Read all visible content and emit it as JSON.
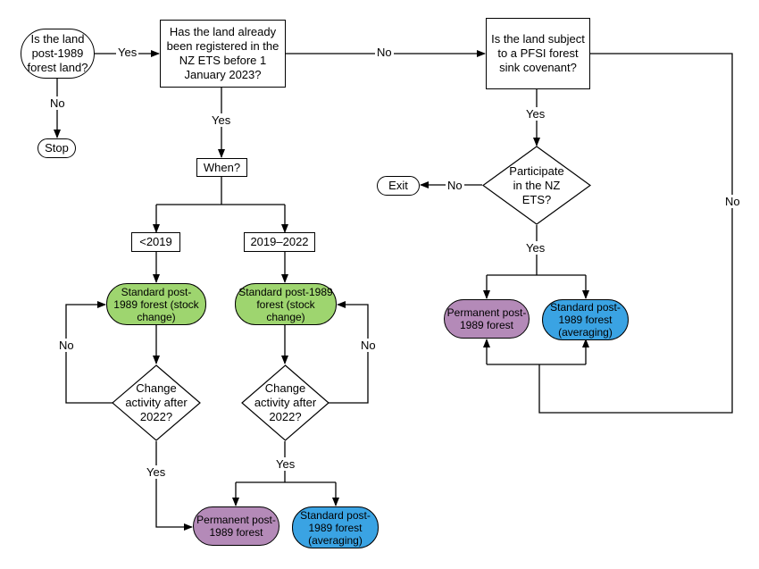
{
  "nodes": {
    "is_forest": "Is the land post-1989 forest land?",
    "registered": "Has the land already been registered in the NZ ETS before 1 January 2023?",
    "pfsi": "Is the land subject to a PFSI forest sink covenant?",
    "stop": "Stop",
    "when": "When?",
    "participate": "Participate in the NZ ETS?",
    "exit": "Exit",
    "before_2019": "<2019",
    "between_2019_2022": "2019–2022",
    "std_stock_left": "Standard post-1989 forest (stock change)",
    "std_stock_right": "Standard post-1989 forest (stock change)",
    "change_left": "Change activity after 2022?",
    "change_right": "Change activity after 2022?",
    "perm_top": "Permanent post-1989 forest",
    "avg_top": "Standard post-1989 forest (averaging)",
    "perm_bottom": "Permanent post-1989 forest",
    "avg_bottom": "Standard post-1989 forest (averaging)"
  },
  "edge_labels": {
    "yes_forest": "Yes",
    "no_forest": "No",
    "no_registered": "No",
    "yes_registered": "Yes",
    "yes_pfsi": "Yes",
    "no_pfsi": "No",
    "no_participate": "No",
    "yes_participate": "Yes",
    "no_change_left": "No",
    "no_change_right": "No",
    "yes_change_left": "Yes",
    "yes_change_right": "Yes"
  },
  "colors": {
    "green": "#9ed56f",
    "purple": "#b48ab8",
    "blue": "#3aa3e3",
    "line": "#000000"
  }
}
